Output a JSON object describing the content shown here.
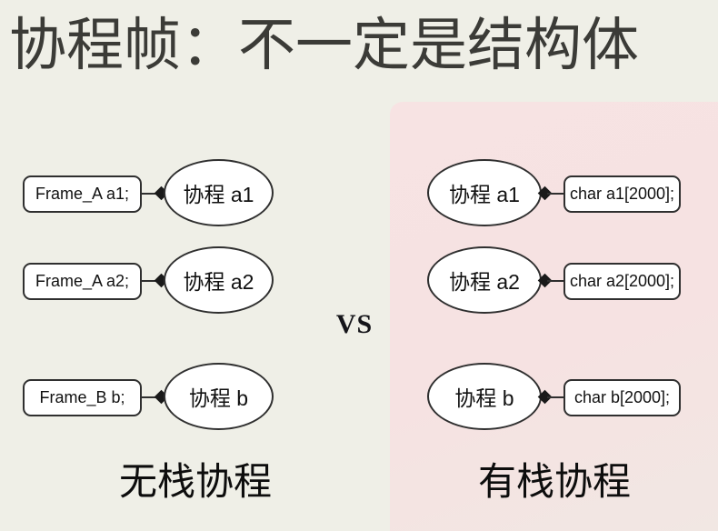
{
  "slide": {
    "title": "协程帧：不一定是结构体",
    "background_color": "#efefe7",
    "panel_color": "#f6e2e2",
    "vs_label": "VS"
  },
  "left_side": {
    "caption": "无栈协程",
    "rows": [
      {
        "box_label": "Frame_A a1;",
        "node_label": "协程 a1"
      },
      {
        "box_label": "Frame_A a2;",
        "node_label": "协程 a2"
      },
      {
        "box_label": "Frame_B b;",
        "node_label": "协程 b"
      }
    ]
  },
  "right_side": {
    "caption": "有栈协程",
    "rows": [
      {
        "node_label": "协程 a1",
        "box_label": "char a1[2000];"
      },
      {
        "node_label": "协程 a2",
        "box_label": "char a2[2000];"
      },
      {
        "node_label": "协程 b",
        "box_label": "char b[2000];"
      }
    ]
  }
}
